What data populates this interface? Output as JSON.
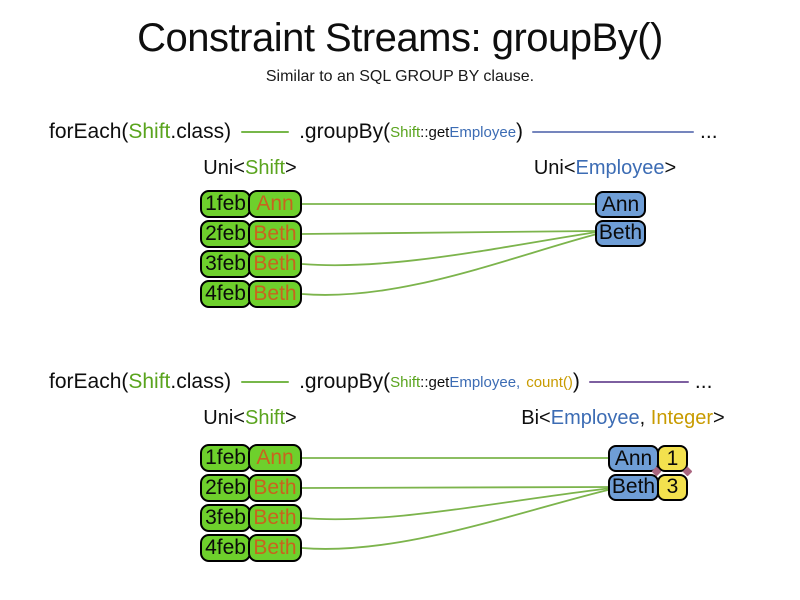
{
  "title": "Constraint Streams: groupBy()",
  "subtitle": "Similar to an SQL GROUP BY clause.",
  "colors": {
    "code_green": "#5aa41e",
    "code_blue": "#3c6cb4",
    "code_gold": "#c89b00",
    "name_orange": "#c8641e",
    "table_green_fill": "#6ed02c",
    "group_blue_fill": "#6f9ed6",
    "count_yellow_fill": "#f3e14e",
    "line_green": "#77b74a",
    "line_blue": "#7585bd",
    "line_purple": "#7d5fa0",
    "connector_green": "#7cb44c"
  },
  "section1": {
    "code": {
      "foreach": "forEach(",
      "arg_class": "Shift",
      "class_suffix": ".class)",
      "groupby": ".groupBy(",
      "key_class": "Shift",
      "key_accessor": "::get",
      "key_prop": "Employee",
      "close_paren": ")",
      "ellipsis": "..."
    },
    "source_label": {
      "prefix": "Uni<",
      "type": "Shift",
      "suffix": ">"
    },
    "result_label": {
      "prefix": "Uni<",
      "type": "Employee",
      "suffix": ">"
    },
    "shifts": [
      {
        "date": "1feb",
        "employee": "Ann"
      },
      {
        "date": "2feb",
        "employee": "Beth"
      },
      {
        "date": "3feb",
        "employee": "Beth"
      },
      {
        "date": "4feb",
        "employee": "Beth"
      }
    ],
    "groups": [
      {
        "employee": "Ann"
      },
      {
        "employee": "Beth"
      }
    ]
  },
  "section2": {
    "code": {
      "foreach": "forEach(",
      "arg_class": "Shift",
      "class_suffix": ".class)",
      "groupby": ".groupBy(",
      "key_class": "Shift",
      "key_accessor": "::get",
      "key_prop": "Employee,",
      "collector": "count()",
      "close_paren": ")",
      "ellipsis": "..."
    },
    "source_label": {
      "prefix": "Uni<",
      "type": "Shift",
      "suffix": ">"
    },
    "result_label": {
      "prefix": "Bi<",
      "type1": "Employee",
      "separator": ", ",
      "type2": "Integer",
      "suffix": ">"
    },
    "shifts": [
      {
        "date": "1feb",
        "employee": "Ann"
      },
      {
        "date": "2feb",
        "employee": "Beth"
      },
      {
        "date": "3feb",
        "employee": "Beth"
      },
      {
        "date": "4feb",
        "employee": "Beth"
      }
    ],
    "groups": [
      {
        "employee": "Ann",
        "count": "1"
      },
      {
        "employee": "Beth",
        "count": "3"
      }
    ]
  }
}
